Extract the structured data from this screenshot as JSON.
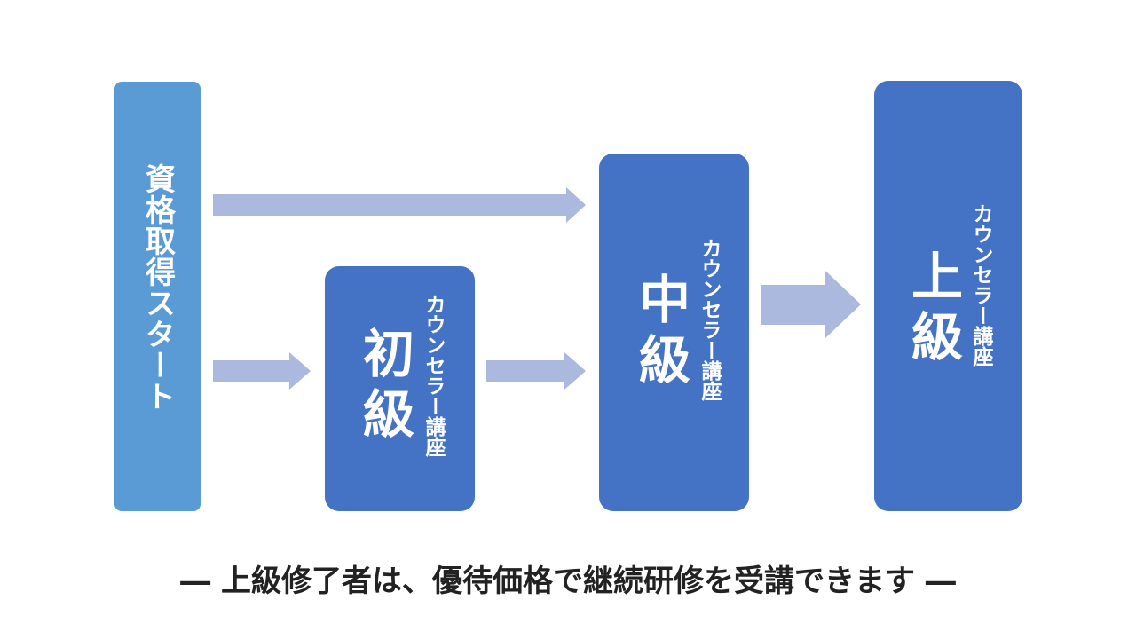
{
  "colors": {
    "start_box": "#5b9bd5",
    "level_box": "#4472c4",
    "arrow": "#aab9dd",
    "footer_text": "#222222"
  },
  "start": {
    "label": "資格取得スタート"
  },
  "levels": [
    {
      "main": "初級",
      "sub": "カウンセラー講座"
    },
    {
      "main": "中級",
      "sub": "カウンセラー講座"
    },
    {
      "main": "上級",
      "sub": "カウンセラー講座"
    }
  ],
  "footer": {
    "text": "― 上級修了者は、優待価格で継続研修を受講できます ―"
  }
}
